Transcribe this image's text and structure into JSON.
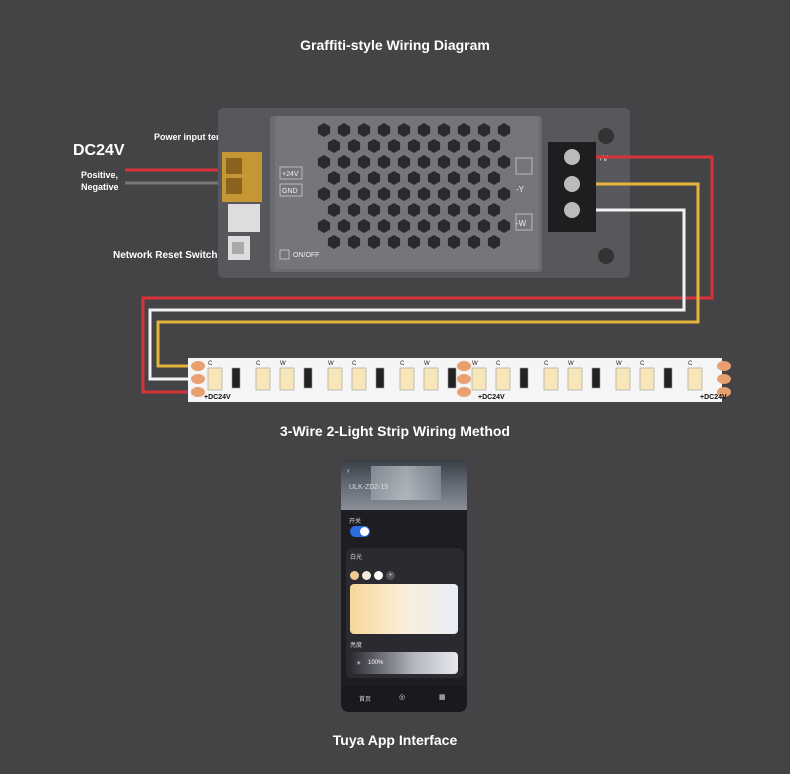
{
  "titles": {
    "top": "Graffiti-style Wiring Diagram",
    "strip": "3-Wire 2-Light Strip Wiring Method",
    "app": "Tuya App Interface"
  },
  "power": {
    "voltage": "DC24V",
    "input_terminal": "Power input terminal",
    "polarity": "Positive,\nNegative",
    "polarity_line1": "Positive,",
    "polarity_line2": "Negative",
    "reset_switch": "Network Reset Switch",
    "plus24": "+24V",
    "gnd": "GND",
    "onoff": "ON/OFF",
    "out_v": "+V",
    "out_y": "-Y",
    "out_w": "-W"
  },
  "strip": {
    "label": "+DC24V",
    "seg_labels": [
      "C",
      "W"
    ]
  },
  "app": {
    "device": "ULK-ZD2-15",
    "switch_label": "开关",
    "white_label": "白光",
    "bright_label": "亮度",
    "bright_value": "100%",
    "nav": [
      "首页",
      "",
      ""
    ]
  },
  "colors": {
    "background": "#444446",
    "wire_red": "#d8333a",
    "wire_yellow": "#e4b43c",
    "wire_white": "#f2f2f2",
    "accent_blue": "#2d6cdf"
  }
}
